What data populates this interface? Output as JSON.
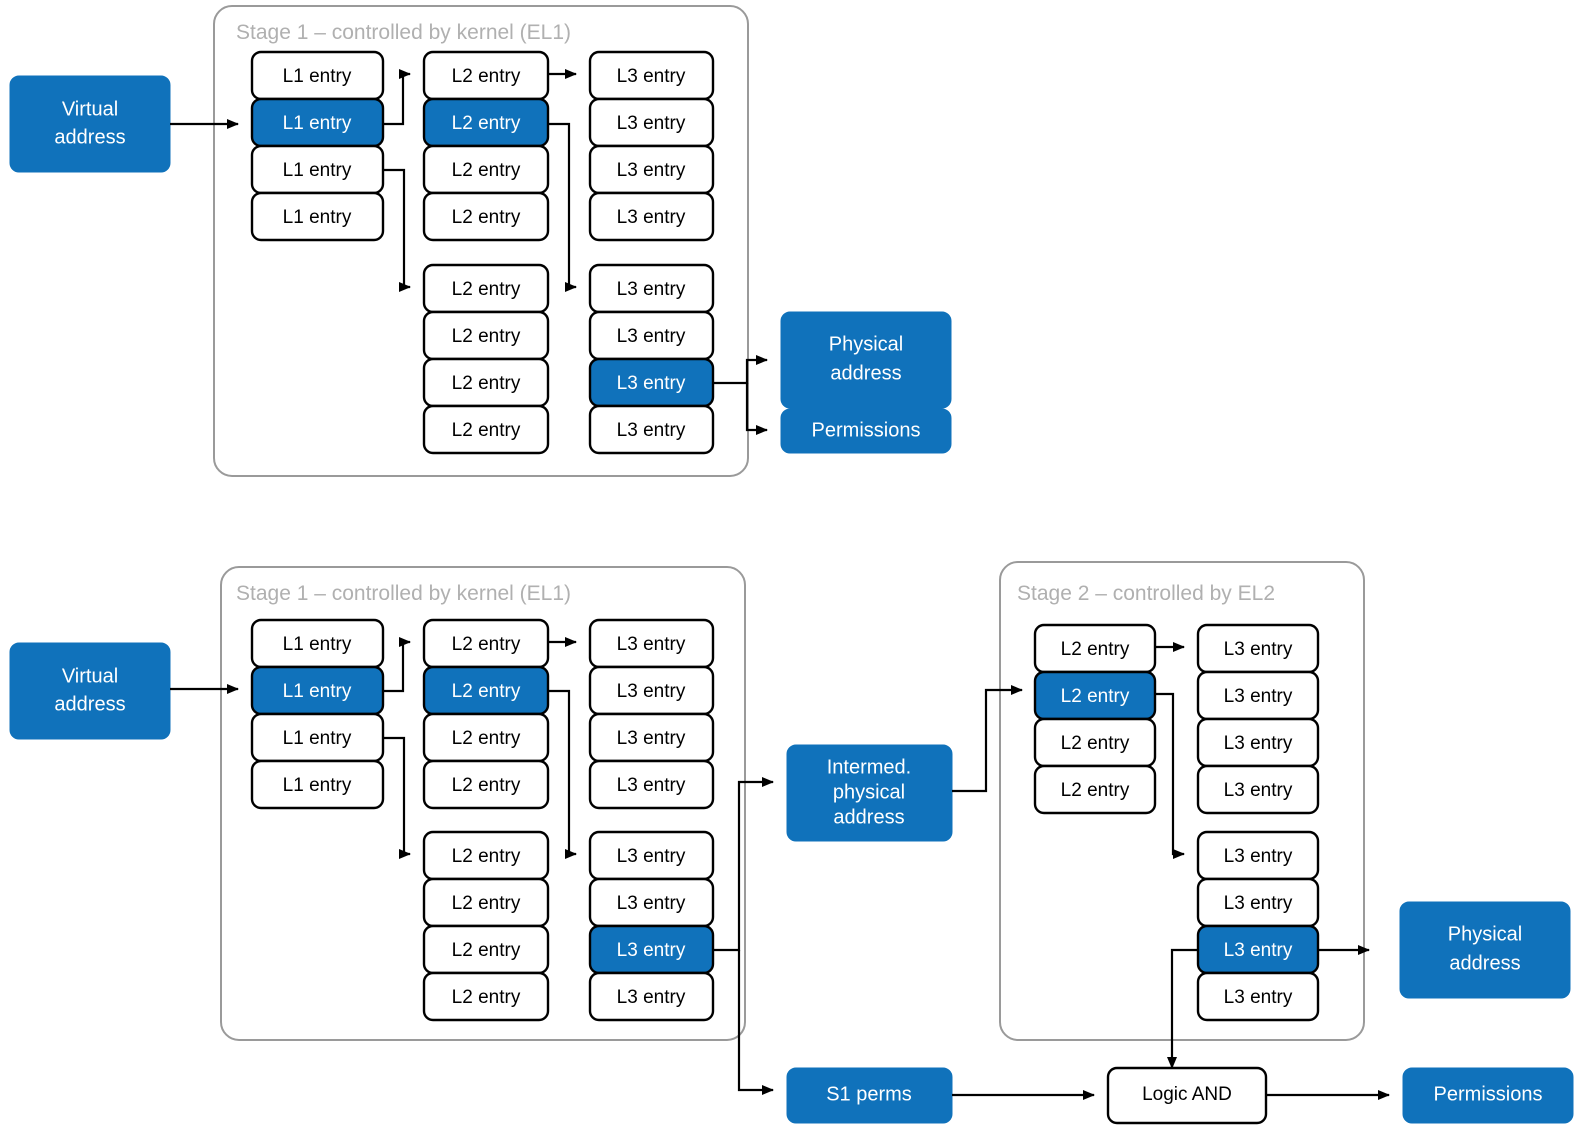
{
  "diagram": {
    "title_top": "Stage 1 – controlled by kernel (EL1)",
    "title_bottom_s1": "Stage 1 – controlled by kernel (EL1)",
    "title_bottom_s2": "Stage 2 – controlled by EL2",
    "colors": {
      "selected": "#1072bb",
      "box_border": "#000000",
      "group_border": "#9a9a9a",
      "group_title": "#b0b0b0",
      "background": "#ffffff"
    },
    "labels": {
      "l1_entry": "L1 entry",
      "l2_entry": "L2 entry",
      "l3_entry": "L3 entry",
      "virtual_address": "Virtual\naddress",
      "virtual_address_line1": "Virtual",
      "virtual_address_line2": "address",
      "physical_address_line1": "Physical",
      "physical_address_line2": "address",
      "permissions": "Permissions",
      "intermed_line1": "Intermed.",
      "intermed_line2": "physical",
      "intermed_line3": "address",
      "s1_perms": "S1 perms",
      "logic_and": "Logic AND"
    },
    "top": {
      "virtual_address": {
        "line1": "Virtual",
        "line2": "address"
      },
      "l1_column": [
        {
          "label": "L1 entry",
          "selected": false
        },
        {
          "label": "L1 entry",
          "selected": true
        },
        {
          "label": "L1 entry",
          "selected": false
        },
        {
          "label": "L1 entry",
          "selected": false
        }
      ],
      "l2_column_a": [
        {
          "label": "L2 entry",
          "selected": false
        },
        {
          "label": "L2 entry",
          "selected": true
        },
        {
          "label": "L2 entry",
          "selected": false
        },
        {
          "label": "L2 entry",
          "selected": false
        }
      ],
      "l3_column_a": [
        {
          "label": "L3 entry",
          "selected": false
        },
        {
          "label": "L3 entry",
          "selected": false
        },
        {
          "label": "L3 entry",
          "selected": false
        },
        {
          "label": "L3 entry",
          "selected": false
        }
      ],
      "l2_column_b": [
        {
          "label": "L2 entry",
          "selected": false
        },
        {
          "label": "L2 entry",
          "selected": false
        },
        {
          "label": "L2 entry",
          "selected": false
        },
        {
          "label": "L2 entry",
          "selected": false
        }
      ],
      "l3_column_b": [
        {
          "label": "L3 entry",
          "selected": false
        },
        {
          "label": "L3 entry",
          "selected": false
        },
        {
          "label": "L3 entry",
          "selected": true
        },
        {
          "label": "L3 entry",
          "selected": false
        }
      ],
      "physical_address": {
        "line1": "Physical",
        "line2": "address"
      },
      "permissions": "Permissions"
    },
    "bottom": {
      "virtual_address": {
        "line1": "Virtual",
        "line2": "address"
      },
      "s1_l1_column": [
        {
          "label": "L1 entry",
          "selected": false
        },
        {
          "label": "L1 entry",
          "selected": true
        },
        {
          "label": "L1 entry",
          "selected": false
        },
        {
          "label": "L1 entry",
          "selected": false
        }
      ],
      "s1_l2_column_a": [
        {
          "label": "L2 entry",
          "selected": false
        },
        {
          "label": "L2 entry",
          "selected": true
        },
        {
          "label": "L2 entry",
          "selected": false
        },
        {
          "label": "L2 entry",
          "selected": false
        }
      ],
      "s1_l3_column_a": [
        {
          "label": "L3 entry",
          "selected": false
        },
        {
          "label": "L3 entry",
          "selected": false
        },
        {
          "label": "L3 entry",
          "selected": false
        },
        {
          "label": "L3 entry",
          "selected": false
        }
      ],
      "s1_l2_column_b": [
        {
          "label": "L2 entry",
          "selected": false
        },
        {
          "label": "L2 entry",
          "selected": false
        },
        {
          "label": "L2 entry",
          "selected": false
        },
        {
          "label": "L2 entry",
          "selected": false
        }
      ],
      "s1_l3_column_b": [
        {
          "label": "L3 entry",
          "selected": false
        },
        {
          "label": "L3 entry",
          "selected": false
        },
        {
          "label": "L3 entry",
          "selected": true
        },
        {
          "label": "L3 entry",
          "selected": false
        }
      ],
      "intermed_address": {
        "line1": "Intermed.",
        "line2": "physical",
        "line3": "address"
      },
      "s2_l2_column": [
        {
          "label": "L2 entry",
          "selected": false
        },
        {
          "label": "L2 entry",
          "selected": true
        },
        {
          "label": "L2 entry",
          "selected": false
        },
        {
          "label": "L2 entry",
          "selected": false
        }
      ],
      "s2_l3_column_a": [
        {
          "label": "L3 entry",
          "selected": false
        },
        {
          "label": "L3 entry",
          "selected": false
        },
        {
          "label": "L3 entry",
          "selected": false
        },
        {
          "label": "L3 entry",
          "selected": false
        }
      ],
      "s2_l3_column_b": [
        {
          "label": "L3 entry",
          "selected": false
        },
        {
          "label": "L3 entry",
          "selected": false
        },
        {
          "label": "L3 entry",
          "selected": true
        },
        {
          "label": "L3 entry",
          "selected": false
        }
      ],
      "physical_address": {
        "line1": "Physical",
        "line2": "address"
      },
      "s1_perms": "S1 perms",
      "logic_and": "Logic AND",
      "permissions": "Permissions"
    }
  }
}
